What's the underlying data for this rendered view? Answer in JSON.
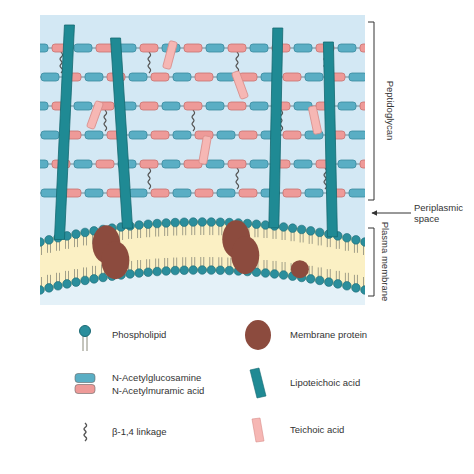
{
  "diagram": {
    "labels": [
      "Peptidoglycan",
      "Periplasmic space",
      "Plasma membrane"
    ],
    "legend": [
      {
        "text": "Phospholipid"
      },
      {
        "text": "N-Acetylglucosamine",
        "color": "#5aaec4"
      },
      {
        "text": "N-Acetylmuramic acid",
        "color": "#ee9a98"
      },
      {
        "text": "β-1,4 linkage"
      },
      {
        "text": "Membrane protein",
        "color": "#8c4b3e"
      },
      {
        "text": "Lipoteichoic acid",
        "color": "#1f8a94"
      },
      {
        "text": "Teichoic acid",
        "color": "#f6b7b4"
      }
    ]
  }
}
